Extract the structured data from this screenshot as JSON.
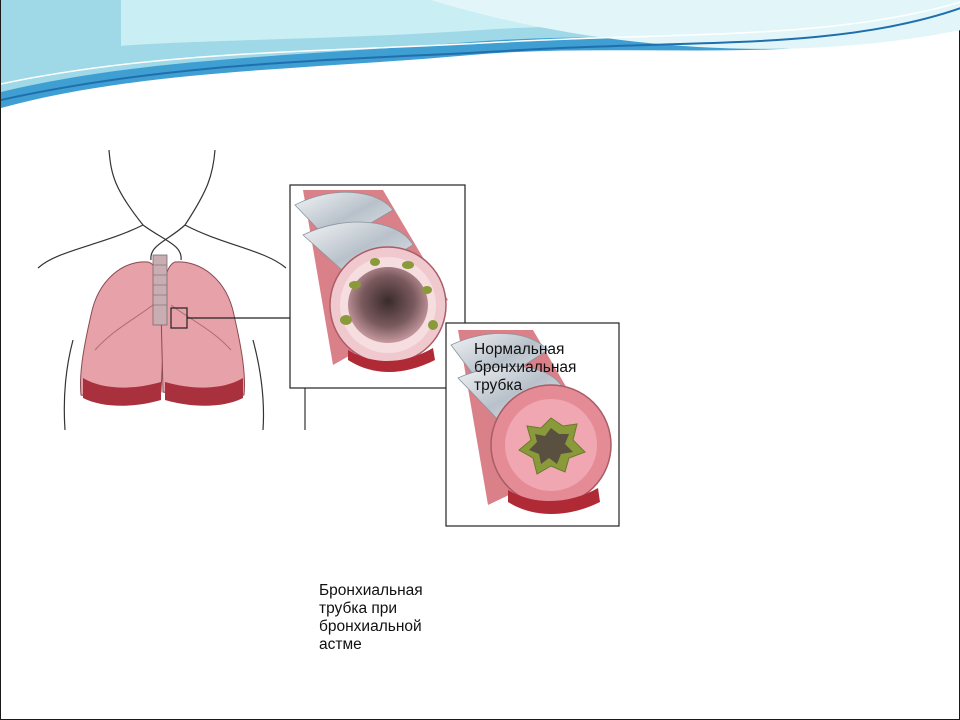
{
  "slide": {
    "background": "#ffffff",
    "header_colors": [
      "#2f8fc8",
      "#7fd0e0",
      "#bfe8ef"
    ]
  },
  "figure": {
    "labels": {
      "normal_bronchus": "Нормальная\nбронхиальная\nтрубка",
      "asthma_bronchus": "Бронхиальная\nтрубка при\nбронхиальной\nастме"
    },
    "icons": [
      "torso-outline",
      "lungs",
      "trachea",
      "normal-bronchus-tube",
      "asthmatic-bronchus-tube"
    ],
    "colors": {
      "lung_tissue": "#e7a1a8",
      "lung_base": "#a8313d",
      "tube_ring": "#c9cfd6",
      "tube_wall": "#d98089",
      "mucus": "#8a9a3a"
    }
  }
}
